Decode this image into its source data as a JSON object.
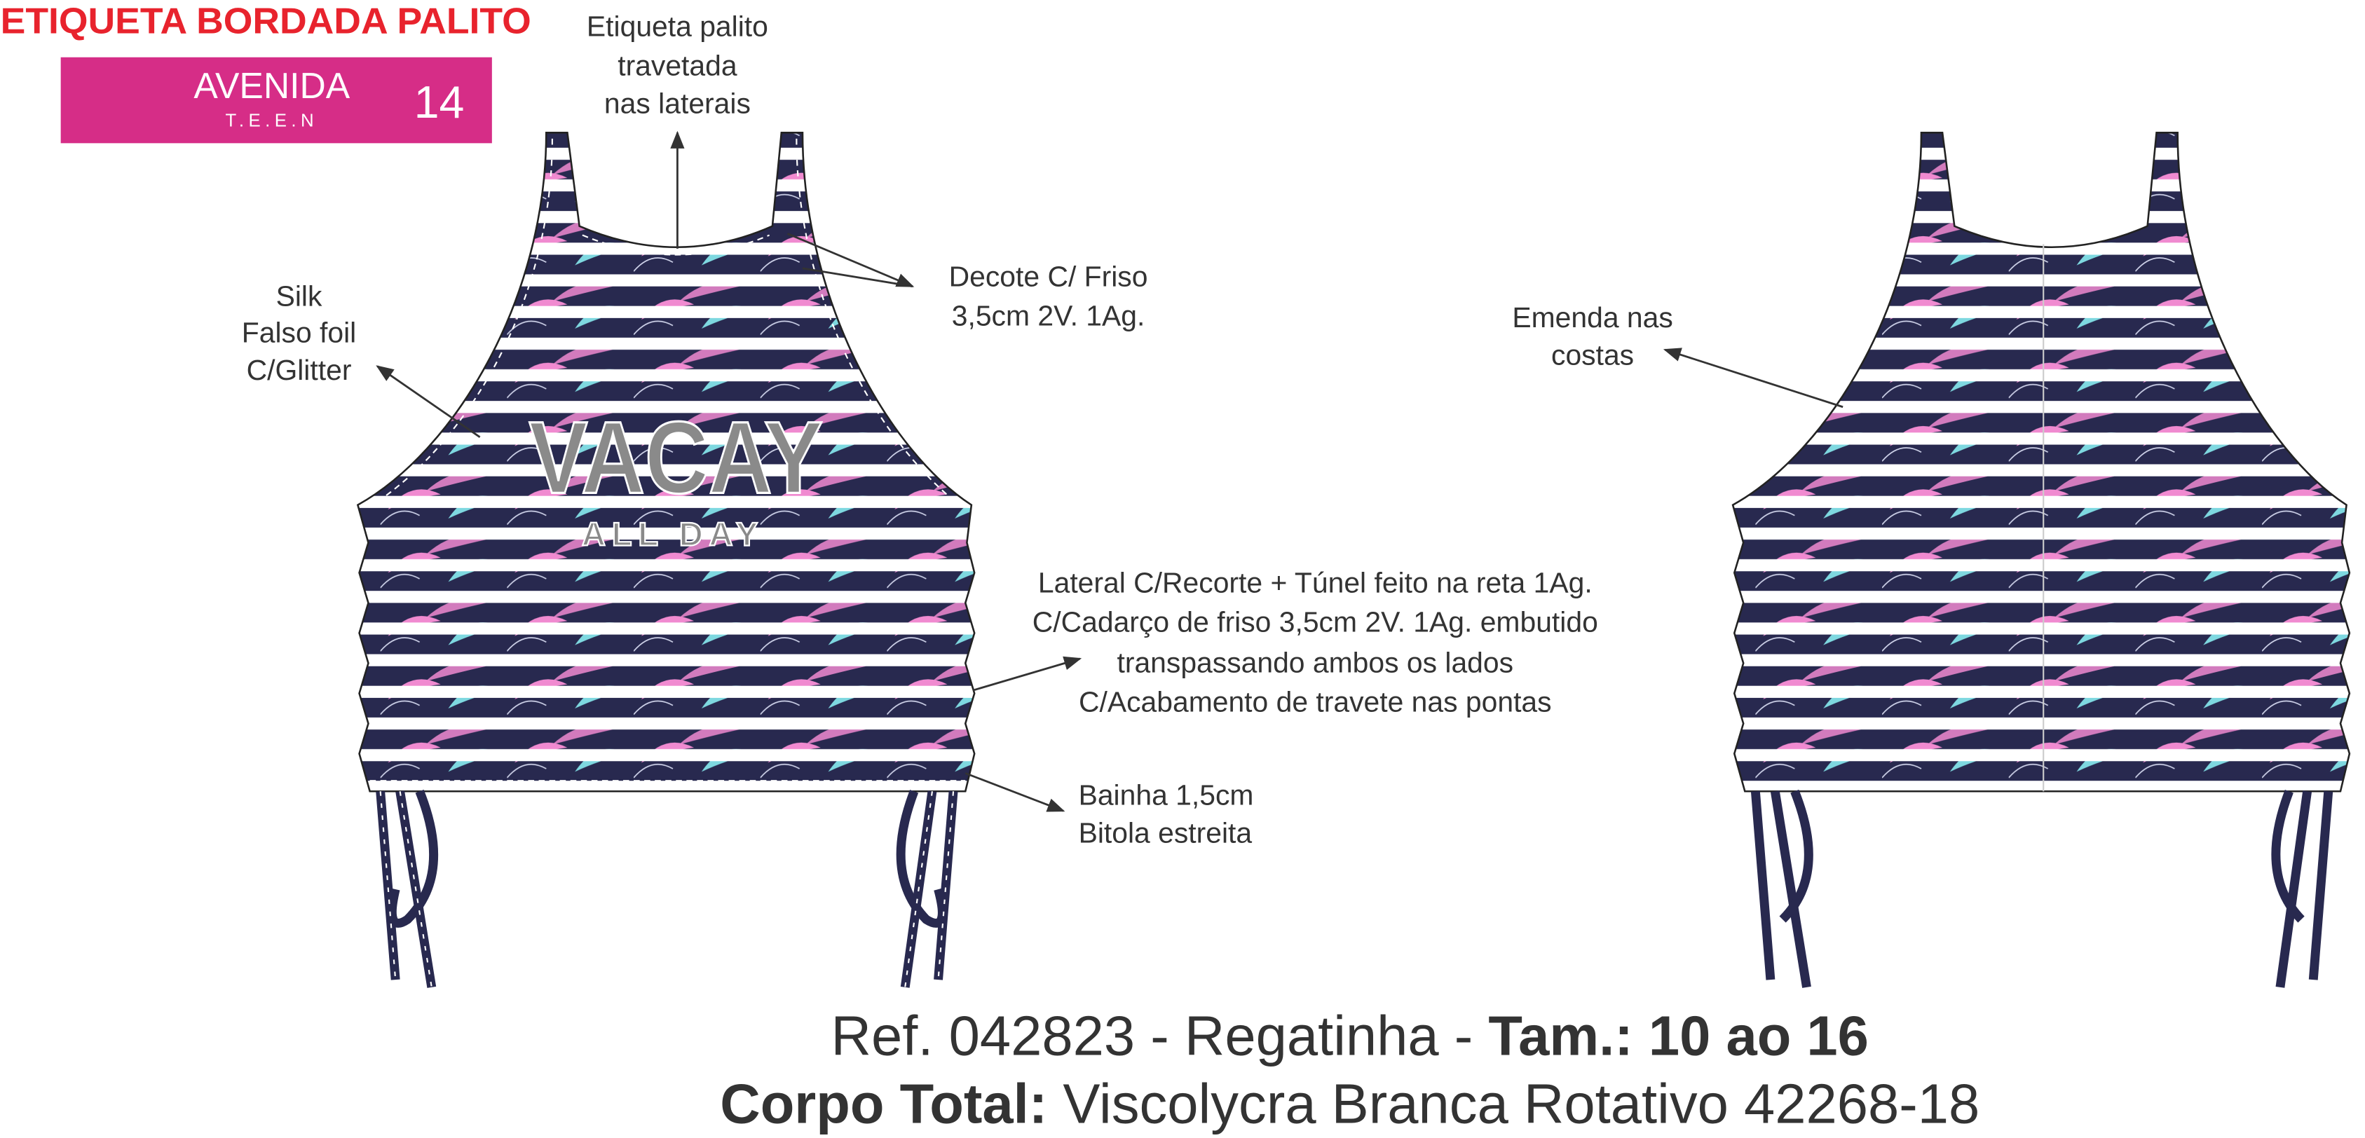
{
  "header": {
    "title": "ETIQUETA BORDADA PALITO",
    "label": {
      "brand": "AVENIDA",
      "sub": "T.E.E.N",
      "number": "14"
    }
  },
  "annotations": {
    "etiqueta": [
      "Etiqueta palito",
      "travetada",
      "nas laterais"
    ],
    "silk": [
      "Silk",
      "Falso foil",
      "C/Glitter"
    ],
    "decote": [
      "Decote C/ Friso",
      "3,5cm 2V. 1Ag."
    ],
    "lateral": [
      "Lateral C/Recorte + Túnel feito na reta 1Ag.",
      "C/Cadarço de friso 3,5cm 2V. 1Ag. embutido",
      "transpassando ambos os lados",
      "C/Acabamento de travete nas pontas"
    ],
    "bainha": [
      "Bainha 1,5cm",
      "Bitola estreita"
    ],
    "emenda": [
      "Emenda nas",
      "costas"
    ]
  },
  "print": {
    "main": "VACAY",
    "sub": "ALL DAY"
  },
  "footer": {
    "ref": "Ref. 042823 - Regatinha - ",
    "size_label": "Tam.: 10 ao 16",
    "body_label": "Corpo Total:",
    "body_value": " Viscolycra Branca Rotativo 42268-18"
  },
  "colors": {
    "red": "#e8232d",
    "magenta": "#d62d87",
    "navy": "#28294f",
    "pink": "#f08ad0",
    "cyan": "#7ed8e0",
    "gray": "#8a8a8a"
  }
}
